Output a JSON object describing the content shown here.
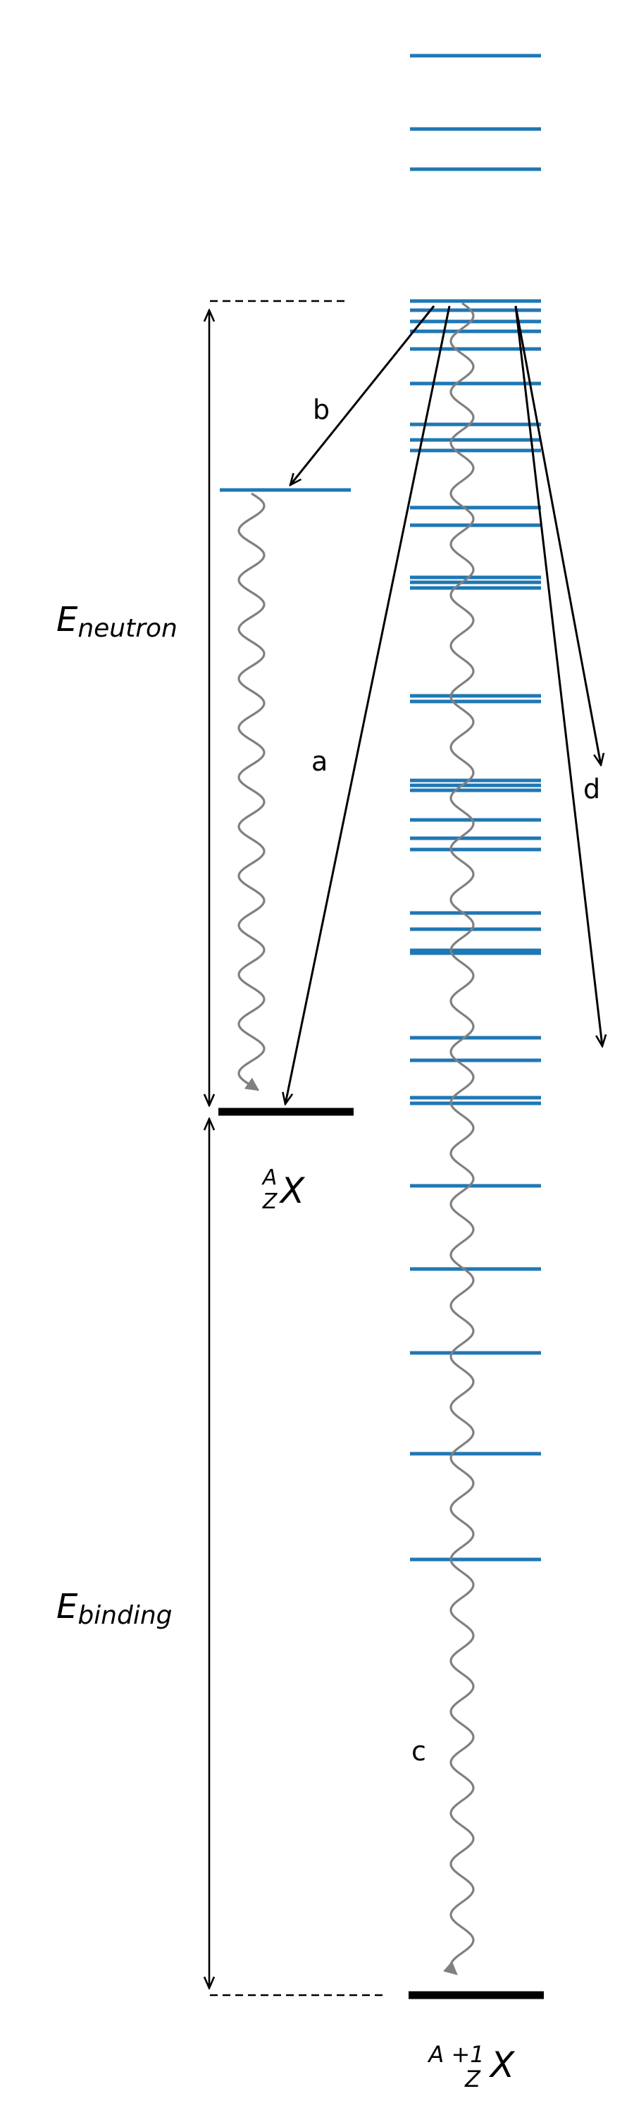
{
  "labels": {
    "e_neutron_main": "E",
    "e_neutron_sub": "neutron",
    "e_binding_main": "E",
    "e_binding_sub": "binding",
    "arrow_a": "a",
    "arrow_b": "b",
    "arrow_c": "c",
    "arrow_d": "d"
  },
  "nucleus_ground": {
    "mass_sup": "A",
    "charge_sub": "Z",
    "symbol": "X"
  },
  "compound_ground": {
    "mass_sup": "A +1",
    "charge_sub": "Z",
    "symbol": "X"
  },
  "colors": {
    "level": "#1f77b4",
    "ground": "#000000",
    "gamma": "#808080",
    "arrow": "#000000"
  }
}
